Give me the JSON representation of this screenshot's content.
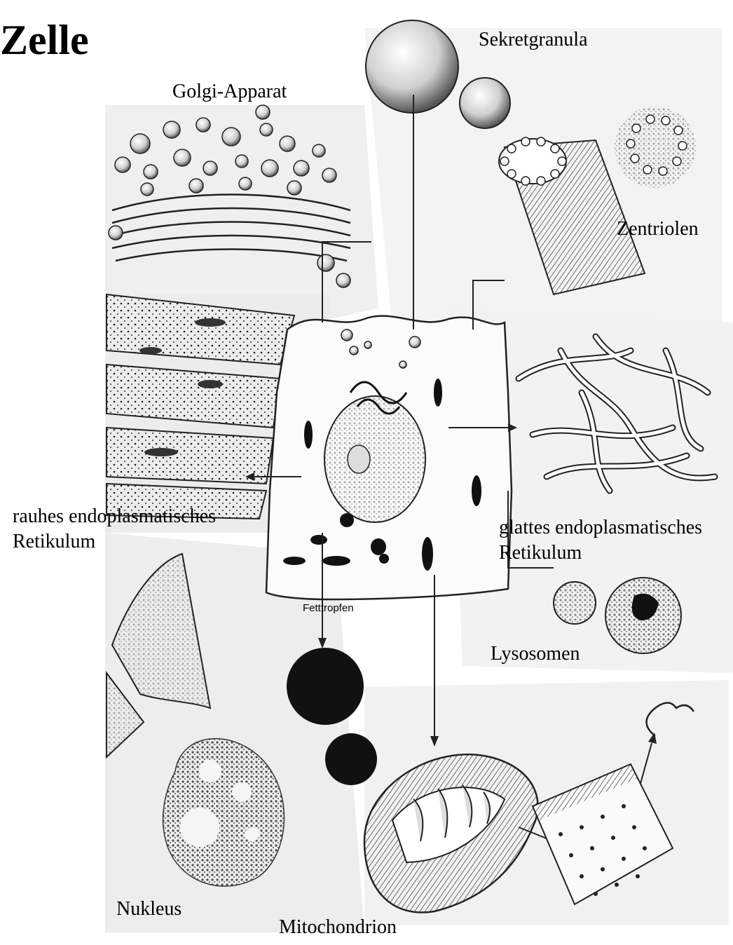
{
  "title": "Zelle",
  "labels": {
    "sekretgranula": "Sekretgranula",
    "golgi": "Golgi-Apparat",
    "zentriolen": "Zentriolen",
    "rauhes_er_line1": "rauhes endoplasmatisches",
    "rauhes_er_line2": "Retikulum",
    "glattes_er_line1": "glattes endoplasmatisches",
    "glattes_er_line2": "Retikulum",
    "lysosomen": "Lysosomen",
    "nukleus": "Nukleus",
    "mitochondrion": "Mitochondrion",
    "fetttropfen": "Fetttropfen"
  },
  "colors": {
    "ink": "#111111",
    "paper": "#f2f2f2",
    "shade": "#bdbdbd"
  }
}
